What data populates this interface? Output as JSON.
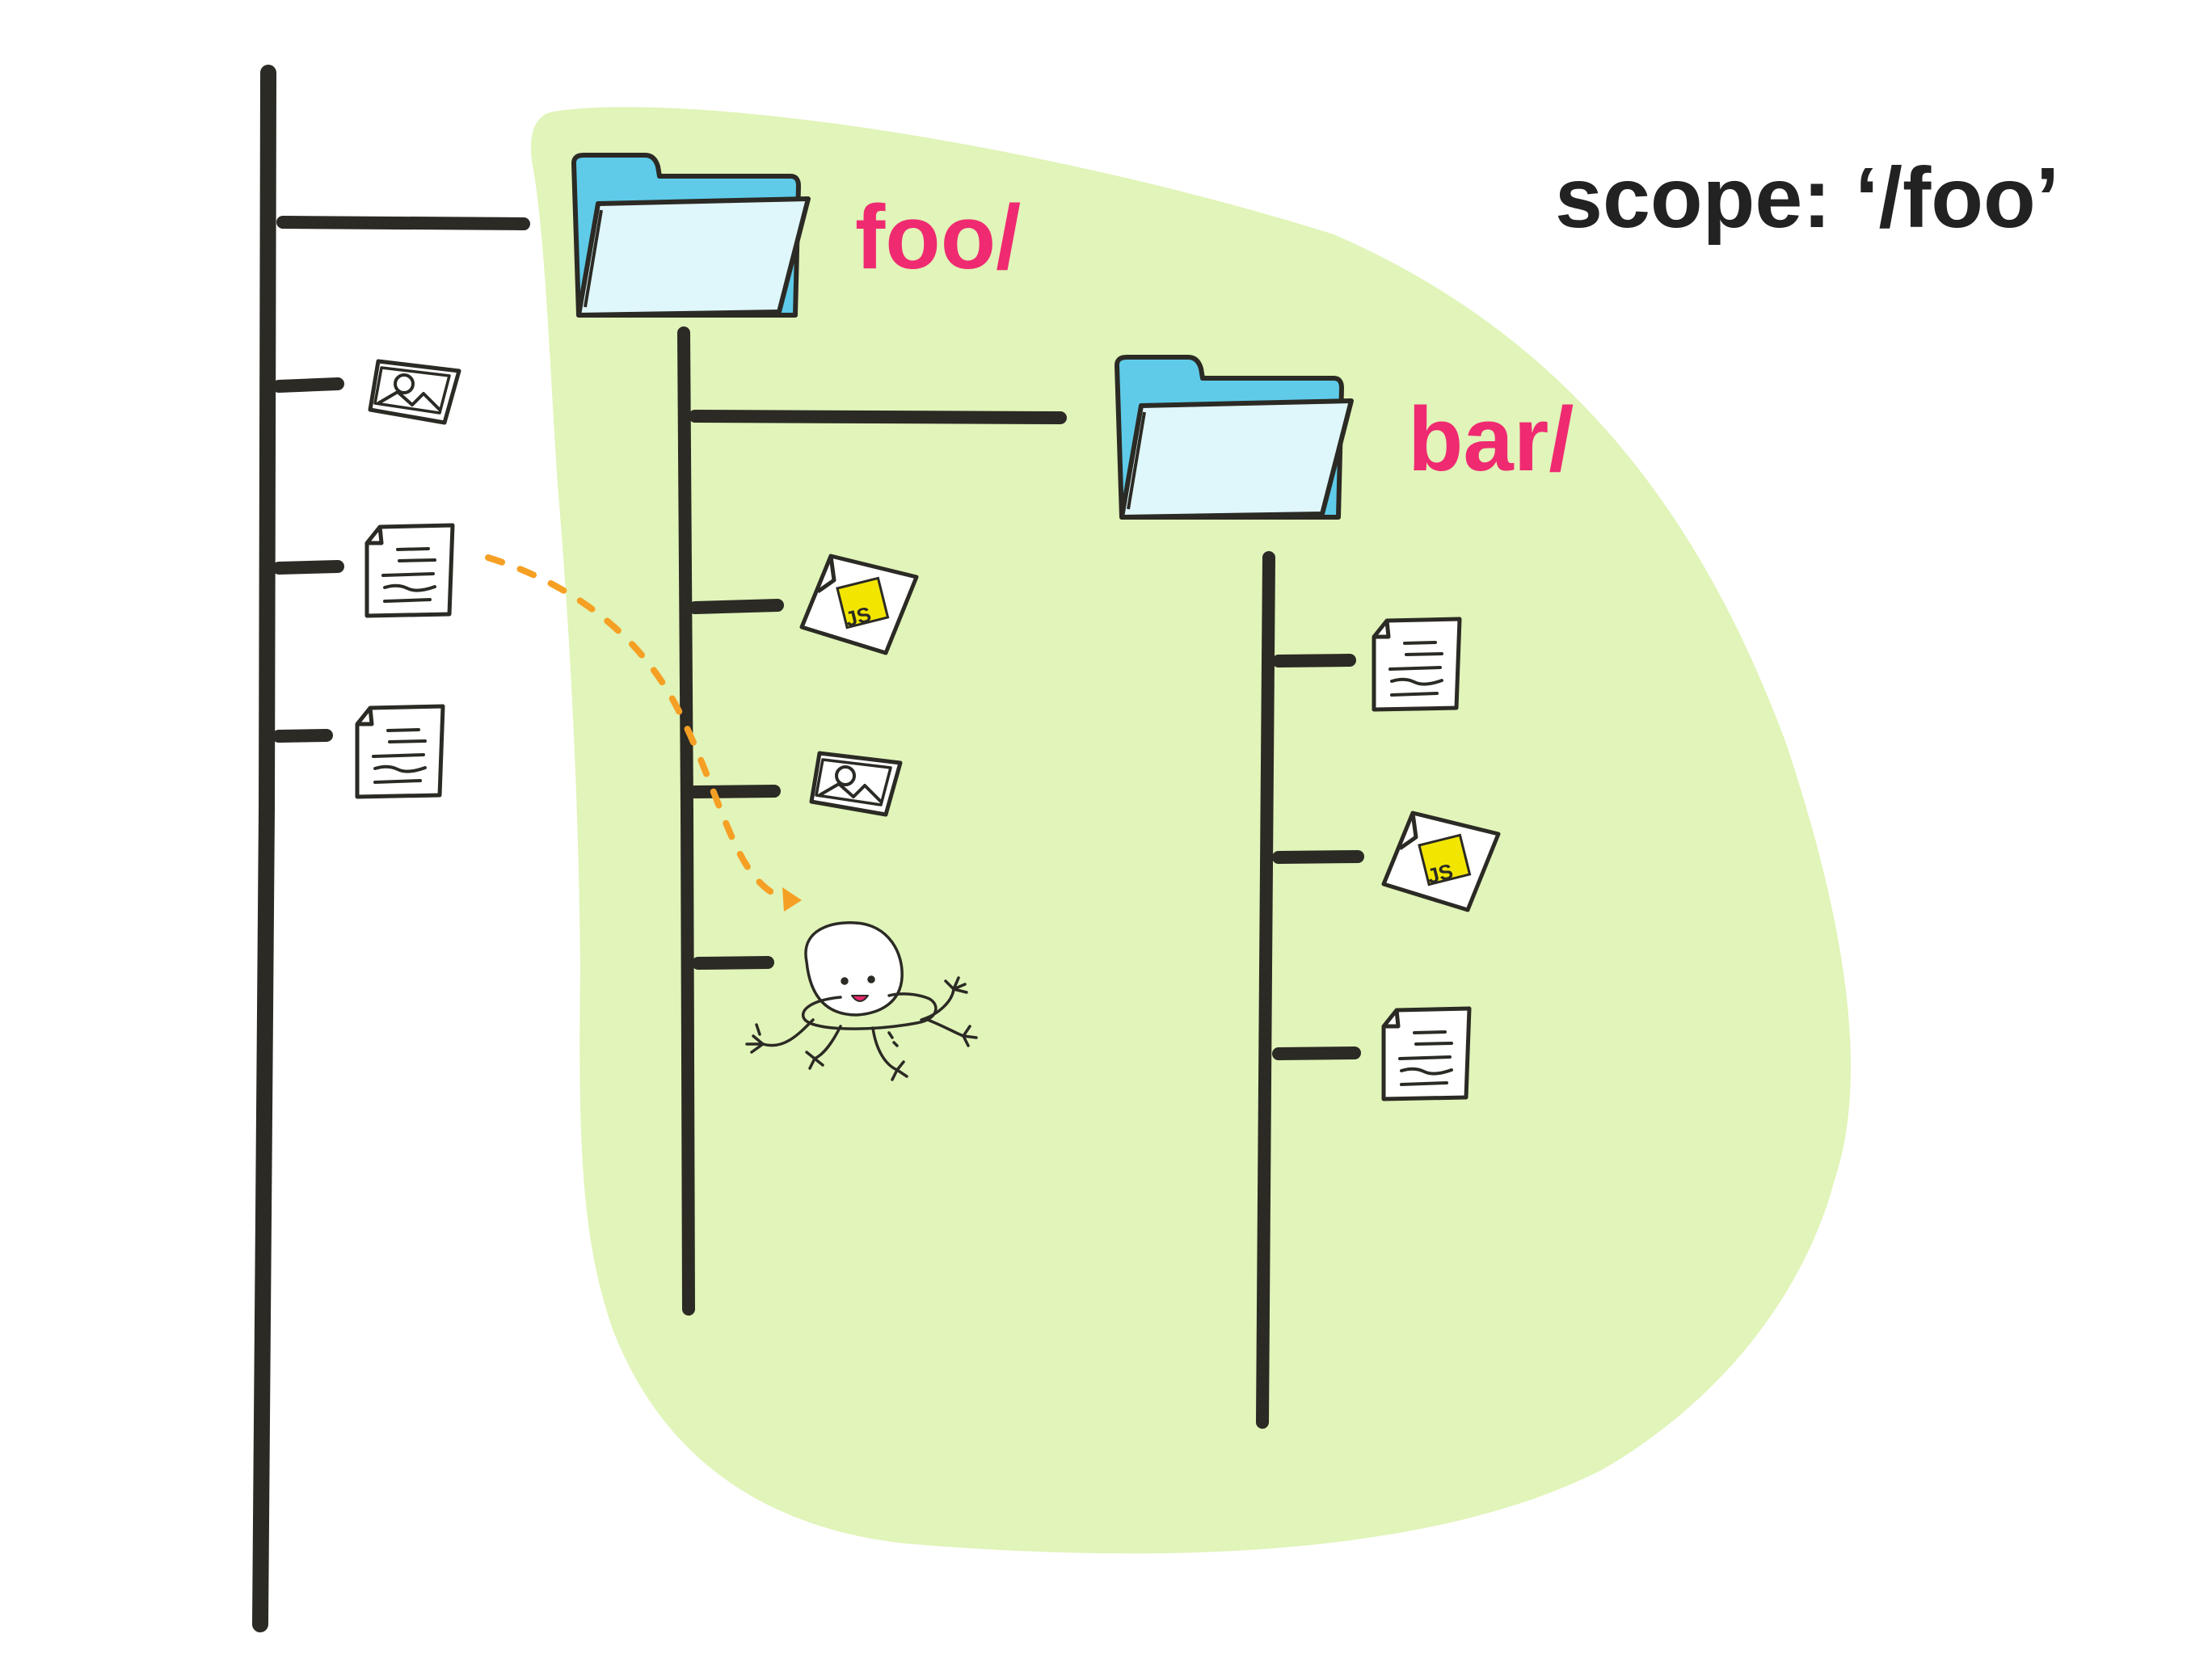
{
  "diagram": {
    "scope_label": "scope: ‘/foo’",
    "folders": [
      {
        "name": "foo/"
      },
      {
        "name": "bar/"
      }
    ],
    "js_badge": "JS",
    "colors": {
      "scope_area": "#e1f4b9",
      "folder_label": "#ef2a71",
      "scope_text": "#222222",
      "tree_line": "#2b2a24",
      "folder_back": "#5fcbe9",
      "folder_front": "#dff6fb",
      "js_badge": "#f2e600",
      "arrow": "#f5a024",
      "mouth": "#e8266c"
    },
    "icons": {
      "root_children": [
        "image-file-icon",
        "text-file-icon",
        "text-file-icon"
      ],
      "foo_children": [
        "js-file-icon",
        "image-file-icon",
        "service-worker-mascot"
      ],
      "bar_children": [
        "text-file-icon",
        "js-file-icon",
        "text-file-icon"
      ]
    }
  }
}
